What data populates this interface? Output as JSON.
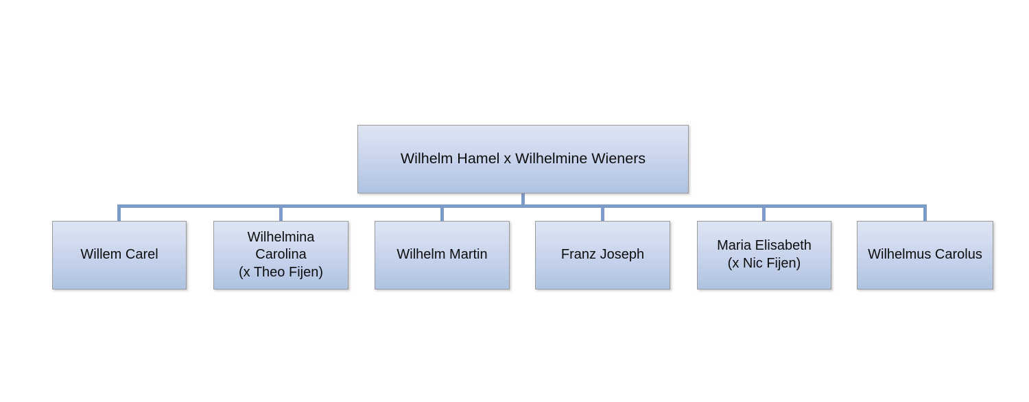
{
  "diagram": {
    "type": "family-tree",
    "title": "",
    "background_color": "#ffffff",
    "connector_color": "#7d9bc9",
    "node_border_color": "#9a9a9a",
    "node_fill_top": "#dde5f3",
    "node_fill_bottom": "#aec3e2",
    "text_color": "#0d0d0d",
    "root": {
      "id": "root",
      "label": "Wilhelm Hamel x Wilhelmine Wieners"
    },
    "children": [
      {
        "id": "child-0",
        "label": "Willem Carel"
      },
      {
        "id": "child-1",
        "label": "Wilhelmina\nCarolina\n(x Theo Fijen)"
      },
      {
        "id": "child-2",
        "label": "Wilhelm Martin"
      },
      {
        "id": "child-3",
        "label": "Franz Joseph"
      },
      {
        "id": "child-4",
        "label": "Maria Elisabeth\n(x Nic Fijen)"
      },
      {
        "id": "child-5",
        "label": "Wilhelmus Carolus"
      }
    ]
  }
}
